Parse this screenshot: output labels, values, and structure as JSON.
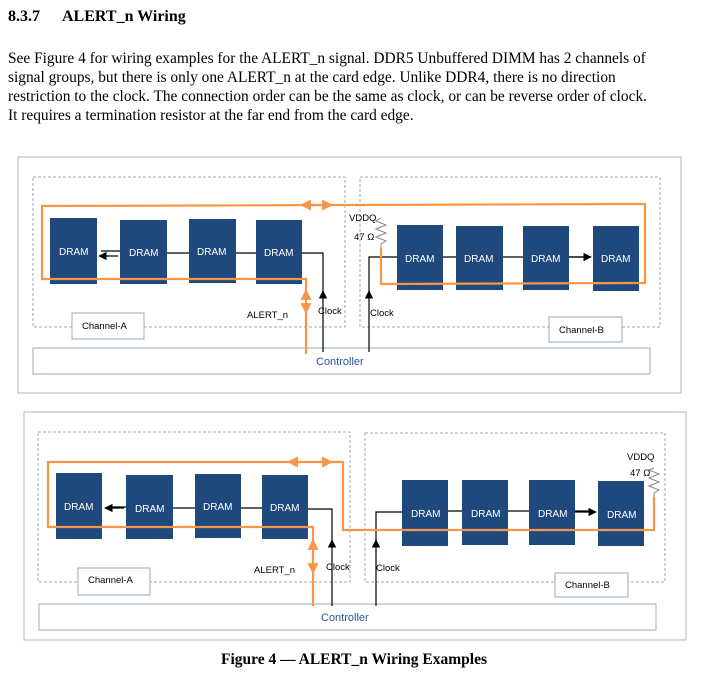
{
  "section": {
    "number": "8.3.7",
    "title": "ALERT_n Wiring"
  },
  "paragraph": {
    "lines": [
      "See Figure 4 for wiring examples for the ALERT_n signal. DDR5 Unbuffered DIMM has 2 channels of",
      "signal groups, but there is only one ALERT_n at the card edge. Unlike DDR4, there is no direction",
      "restriction to the clock.  The connection order can be the same as clock, or can be reverse order of clock.",
      "It requires a termination resistor at the far end from the card edge."
    ]
  },
  "colors": {
    "dram_fill": "#1f497d",
    "alert_wire": "#f79646",
    "frame": "#b4c0d0",
    "dashed": "#9aa8bc",
    "controller_text": "#2e5597"
  },
  "diagrams": [
    {
      "dram_label": "DRAM",
      "channel_a_label": "Channel-A",
      "channel_b_label": "Channel-B",
      "alert_label": "ALERT_n",
      "clock_a_label": "Clock",
      "clock_b_label": "Clock",
      "controller_label": "Controller",
      "vddq_label": "VDDQ",
      "resistor_label": "47 Ω"
    },
    {
      "dram_label": "DRAM",
      "channel_a_label": "Channel-A",
      "channel_b_label": "Channel-B",
      "alert_label": "ALERT_n",
      "clock_a_label": "Clock",
      "clock_b_label": "Clock",
      "controller_label": "Controller",
      "vddq_label": "VDDQ",
      "resistor_label": "47 Ω"
    }
  ],
  "figure_caption": "Figure 4 — ALERT_n Wiring Examples"
}
